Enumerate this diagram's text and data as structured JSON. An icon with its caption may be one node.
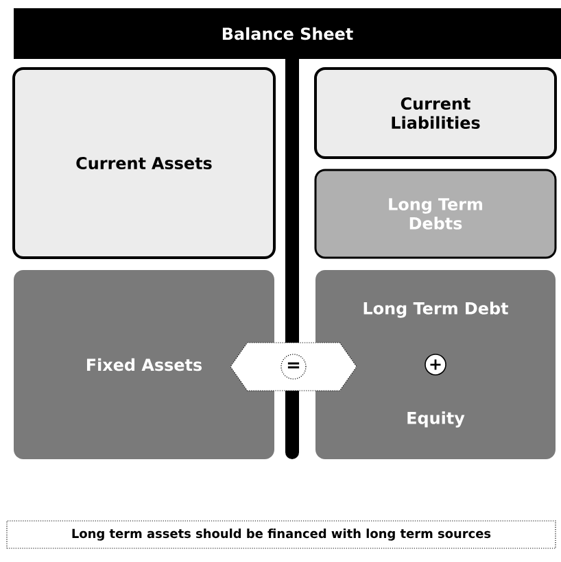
{
  "diagram": {
    "title": "Balance Sheet",
    "nodes": [
      {
        "text": [
          "Current Assets"
        ]
      },
      {
        "text": [
          "Current Liabilities"
        ]
      },
      {
        "text": [
          "Long Term Debts"
        ]
      },
      {
        "text": [
          "Fixed Assets"
        ]
      },
      {
        "text": [
          "="
        ]
      },
      {
        "text": [
          "Long Term Debt",
          "+",
          "Equity"
        ]
      },
      {
        "text": [
          "Long term assets should be financed with long term sources"
        ]
      }
    ],
    "edges": []
  }
}
